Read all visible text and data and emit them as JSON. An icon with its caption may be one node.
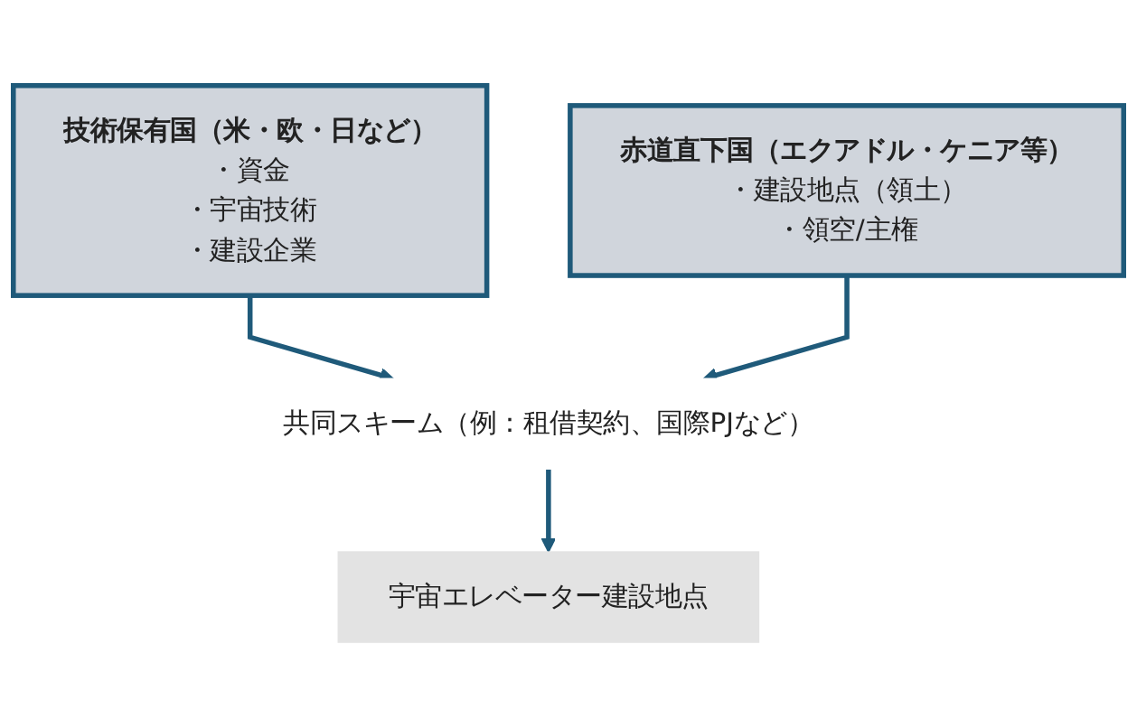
{
  "diagram": {
    "nodes": [
      {
        "text": [
          "技術保有国（米・欧・日など）",
          "・資金",
          "・宇宙技術",
          "・建設企業"
        ]
      },
      {
        "text": [
          "赤道直下国（エクアドル・ケニア等）",
          "・建設地点（領土）",
          "・領空/主権"
        ]
      },
      {
        "text": [
          "共同スキーム（例：租借契約、国際PJなど）"
        ]
      },
      {
        "text": [
          "宇宙エレベーター建設地点"
        ]
      }
    ],
    "edges": [
      {
        "from": 0,
        "to": 2,
        "arrow": "to"
      },
      {
        "from": 1,
        "to": 2,
        "arrow": "to"
      },
      {
        "from": 2,
        "to": 3,
        "arrow": "to"
      }
    ]
  }
}
